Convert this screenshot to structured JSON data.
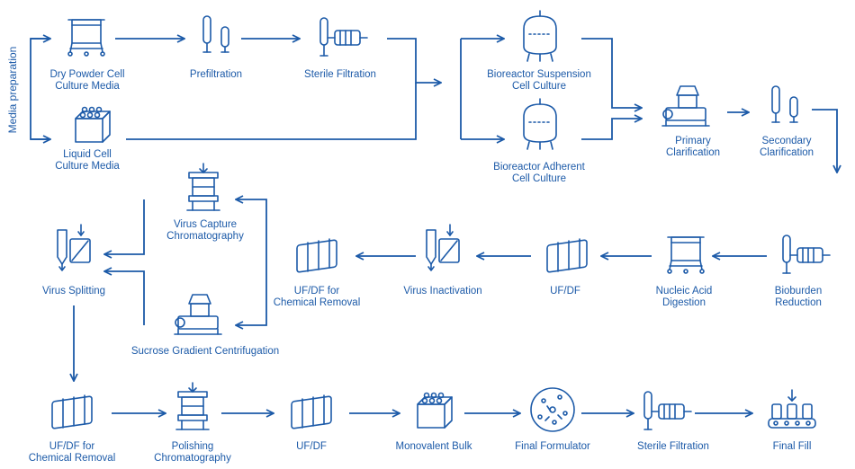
{
  "side_label": "Media preparation",
  "steps": {
    "dry_powder": "Dry Powder Cell\nCulture Media",
    "prefiltration": "Prefiltration",
    "sterile_filtration_1": "Sterile Filtration",
    "liquid_media": "Liquid Cell\nCulture Media",
    "bioreactor_suspension": "Bioreactor Suspension\nCell Culture",
    "bioreactor_adherent": "Bioreactor Adherent\nCell Culture",
    "primary_clarification": "Primary\nClarification",
    "secondary_clarification": "Secondary\nClarification",
    "bioburden_reduction": "Bioburden Reduction",
    "nucleic_acid_digestion": "Nucleic Acid\nDigestion",
    "ufdf_1": "UF/DF",
    "virus_inactivation": "Virus Inactivation",
    "ufdf_chem_1": "UF/DF for\nChemical Removal",
    "virus_capture": "Virus Capture\nChromatography",
    "sucrose_gradient": "Sucrose Gradient Centrifugation",
    "virus_splitting": "Virus Splitting",
    "ufdf_chem_2": "UF/DF for\nChemical Removal",
    "polishing": "Polishing\nChromatography",
    "ufdf_2": "UF/DF",
    "monovalent_bulk": "Monovalent Bulk",
    "final_formulator": "Final Formulator",
    "sterile_filtration_2": "Sterile Filtration",
    "final_fill": "Final Fill"
  },
  "colors": {
    "primary": "#1c5aa8"
  }
}
